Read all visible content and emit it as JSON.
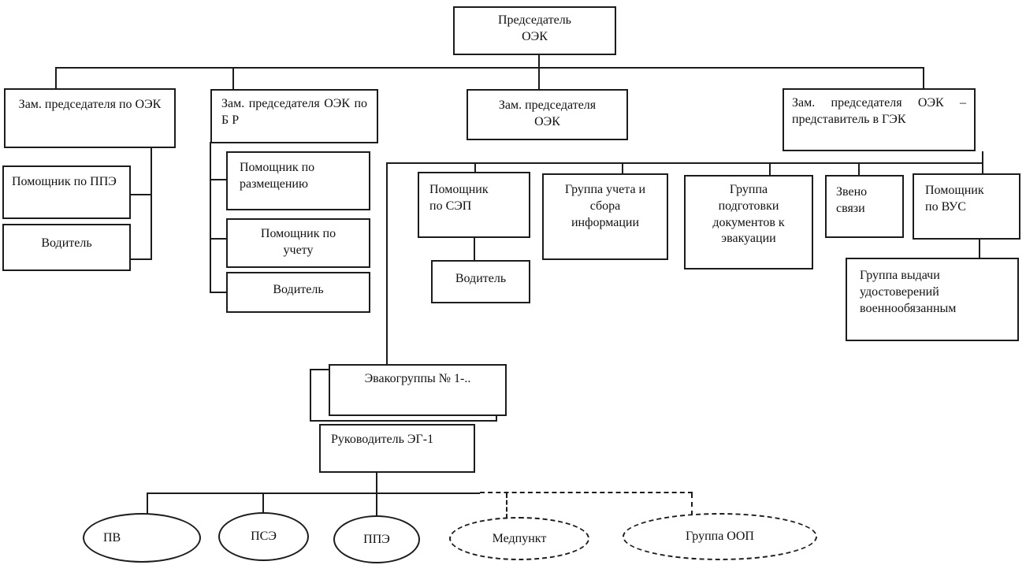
{
  "diagram_type": "org-chart",
  "ink_color": "#1c1c1c",
  "background": "#ffffff",
  "nodes": {
    "chairman": "Председатель ОЭК",
    "deputy_oek": "Зам. председателя по ОЭК",
    "deputy_br": "Зам. председателя ОЭК по Б Р",
    "deputy_oek2": "Зам. председателя ОЭК",
    "deputy_gek": "Зам. председателя ОЭК – представитель в ГЭК",
    "assistant_ppe": "Помощник по ППЭ",
    "driver_1": "Водитель",
    "assistant_razmeshchenie": "Помощник по размещению",
    "assistant_uchet": "Помощник по учету",
    "driver_2": "Водитель",
    "assistant_sep": "Помощник по СЭП",
    "driver_3": "Водитель",
    "group_ucheta_sbora": "Группа учета и сбора информации",
    "group_podgotovki": "Группа подготовки документов к эвакуации",
    "zveno_svyazi": "Звено связи",
    "assistant_vus": "Помощник по ВУС",
    "group_vydachi": "Группа выдачи удостоверений военнообязанным",
    "evakogruppy": "Эвакогруппы № 1-..",
    "rukovoditel_eg1": "Руководитель ЭГ-1",
    "pv": "ПВ",
    "pse": "ПСЭ",
    "ppe": "ППЭ",
    "medpunkt": "Медпункт",
    "gruppa_oop": "Группа ООП"
  },
  "edges": [
    {
      "from": "chairman",
      "to": "deputy_oek",
      "style": "solid"
    },
    {
      "from": "chairman",
      "to": "deputy_br",
      "style": "solid"
    },
    {
      "from": "chairman",
      "to": "deputy_oek2",
      "style": "solid"
    },
    {
      "from": "chairman",
      "to": "deputy_gek",
      "style": "solid"
    },
    {
      "from": "deputy_oek",
      "to": "assistant_ppe",
      "style": "solid"
    },
    {
      "from": "deputy_oek",
      "to": "driver_1",
      "style": "solid"
    },
    {
      "from": "deputy_br",
      "to": "assistant_razmeshchenie",
      "style": "solid"
    },
    {
      "from": "deputy_br",
      "to": "assistant_uchet",
      "style": "solid"
    },
    {
      "from": "deputy_br",
      "to": "driver_2",
      "style": "solid"
    },
    {
      "from": "deputy_gek",
      "to": "assistant_sep",
      "style": "solid"
    },
    {
      "from": "deputy_gek",
      "to": "group_ucheta_sbora",
      "style": "solid"
    },
    {
      "from": "deputy_gek",
      "to": "group_podgotovki",
      "style": "solid"
    },
    {
      "from": "deputy_gek",
      "to": "zveno_svyazi",
      "style": "solid"
    },
    {
      "from": "deputy_gek",
      "to": "assistant_vus",
      "style": "solid"
    },
    {
      "from": "deputy_gek",
      "to": "evakogruppy",
      "style": "solid"
    },
    {
      "from": "assistant_sep",
      "to": "driver_3",
      "style": "solid"
    },
    {
      "from": "assistant_vus",
      "to": "group_vydachi",
      "style": "solid"
    },
    {
      "from": "evakogruppy",
      "to": "rukovoditel_eg1",
      "style": "stacked"
    },
    {
      "from": "rukovoditel_eg1",
      "to": "pv",
      "style": "solid"
    },
    {
      "from": "rukovoditel_eg1",
      "to": "pse",
      "style": "solid"
    },
    {
      "from": "rukovoditel_eg1",
      "to": "ppe",
      "style": "solid"
    },
    {
      "from": "rukovoditel_eg1",
      "to": "medpunkt",
      "style": "dashed"
    },
    {
      "from": "rukovoditel_eg1",
      "to": "gruppa_oop",
      "style": "dashed"
    }
  ]
}
